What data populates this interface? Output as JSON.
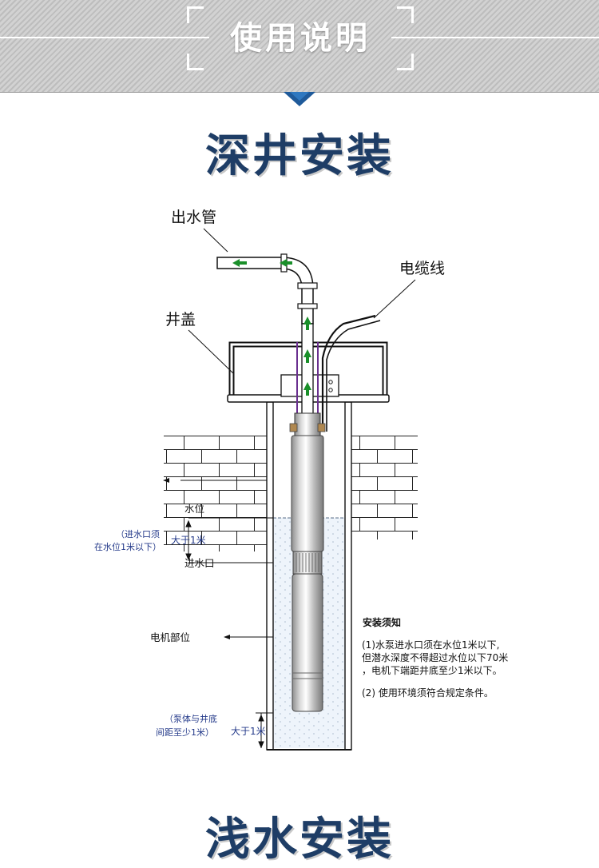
{
  "banner": {
    "title": "使用说明"
  },
  "section": {
    "title": "深井安装",
    "next_title": "浅水安装"
  },
  "diagram": {
    "outlet_pipe": "出水管",
    "cable": "电缆线",
    "well_cover": "井盖",
    "water_level": "水位",
    "intake_note_line1": "（进水口须",
    "intake_note_line2": "在水位1米以下）",
    "more_than_1m": "大于1米",
    "intake": "进水口",
    "motor": "电机部位",
    "bottom_note_line1": "（泵体与井底",
    "bottom_note_line2": "间距至少1米）",
    "more_than_1m_bottom": "大于1米"
  },
  "notes": {
    "heading": "安装须知",
    "item1_line1": "(1)水泵进水口须在水位1米以下,",
    "item1_line2": "但潜水深度不得超过水位以下70米",
    "item1_line3": "，电机下端距井底至少1米以下。",
    "item2": "(2) 使用环境须符合规定条件。"
  },
  "colors": {
    "arrow": "#1a8f2a",
    "title": "#1e3d66",
    "note_blue": "#243a8a",
    "water": "#eef4fb",
    "cable": "#6a2f8f"
  }
}
